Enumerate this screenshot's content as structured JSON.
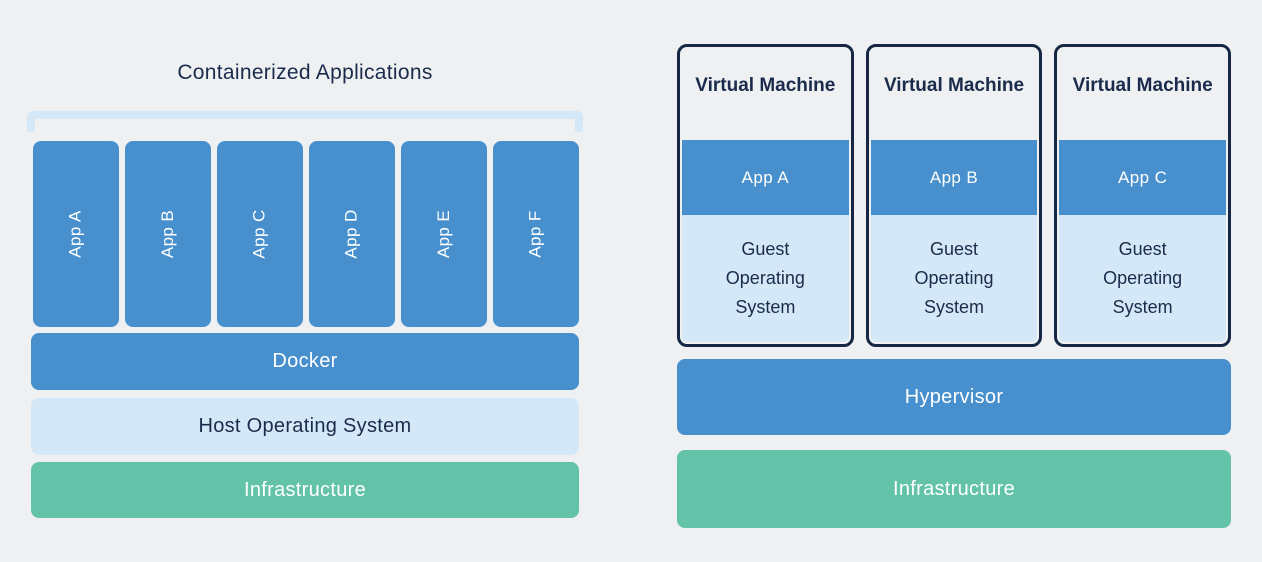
{
  "colors": {
    "background": "#eef0f2",
    "blue": "#4790cd",
    "light_blue": "#d4e8f7",
    "green": "#62c3a8",
    "navy": "#1b2b4b",
    "border_navy": "#152744"
  },
  "left": {
    "title": "Containerized Applications",
    "apps": [
      "App A",
      "App B",
      "App C",
      "App D",
      "App E",
      "App F"
    ],
    "layers": {
      "docker": "Docker",
      "host_os": "Host Operating System",
      "infrastructure": "Infrastructure"
    }
  },
  "right": {
    "vms": [
      {
        "title": "Virtual Machine",
        "app": "App A",
        "os": "Guest\nOperating\nSystem"
      },
      {
        "title": "Virtual Machine",
        "app": "App B",
        "os": "Guest\nOperating\nSystem"
      },
      {
        "title": "Virtual Machine",
        "app": "App C",
        "os": "Guest\nOperating\nSystem"
      }
    ],
    "layers": {
      "hypervisor": "Hypervisor",
      "infrastructure": "Infrastructure"
    }
  }
}
